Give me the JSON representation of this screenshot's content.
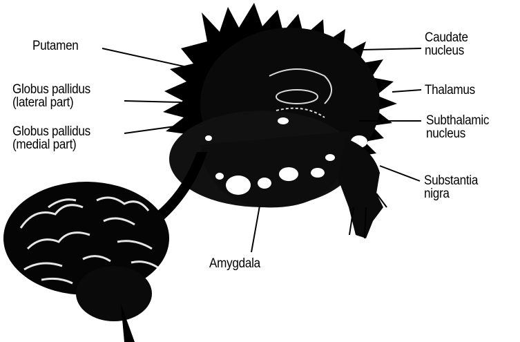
{
  "labels": {
    "putamen": "Putamen",
    "gp_lateral": [
      "Globus pallidus",
      "(lateral part)"
    ],
    "gp_medial": [
      "Globus pallidus",
      "(medial part)"
    ],
    "caudate": [
      "Caudate",
      "nucleus"
    ],
    "thalamus": "Thalamus",
    "subthalamic": [
      "Subthalamic",
      "nucleus"
    ],
    "substantia": [
      "Substantia",
      "nigra"
    ],
    "amygdala": "Amygdala"
  },
  "colors": {
    "background": "#ffffff",
    "ink": "#000000",
    "highlight": "#ffffff"
  }
}
